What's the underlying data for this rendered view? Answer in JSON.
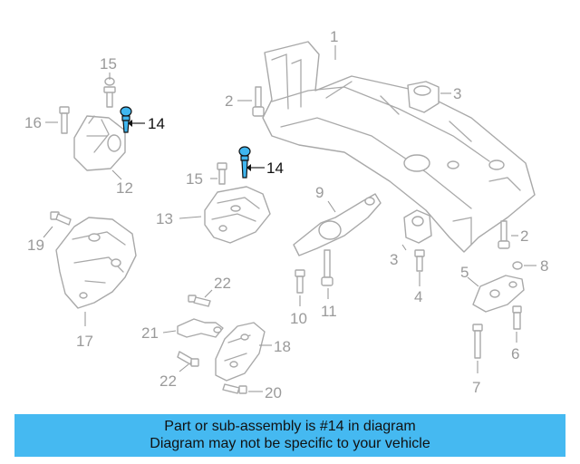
{
  "callouts": {
    "c1": "1",
    "c2a": "2",
    "c2b": "2",
    "c3a": "3",
    "c3b": "3",
    "c4": "4",
    "c5": "5",
    "c6": "6",
    "c7": "7",
    "c8": "8",
    "c9": "9",
    "c10": "10",
    "c11": "11",
    "c12": "12",
    "c13": "13",
    "c14a": "14",
    "c14b": "14",
    "c15a": "15",
    "c15b": "15",
    "c16": "16",
    "c17": "17",
    "c18": "18",
    "c19": "19",
    "c20": "20",
    "c21": "21",
    "c22a": "22",
    "c22b": "22"
  },
  "highlight": {
    "part_number": "14",
    "color": "#45b9f1"
  },
  "banner": {
    "line1": "Part or sub-assembly is #14 in diagram",
    "line2": "Diagram may not be specific to your vehicle"
  }
}
